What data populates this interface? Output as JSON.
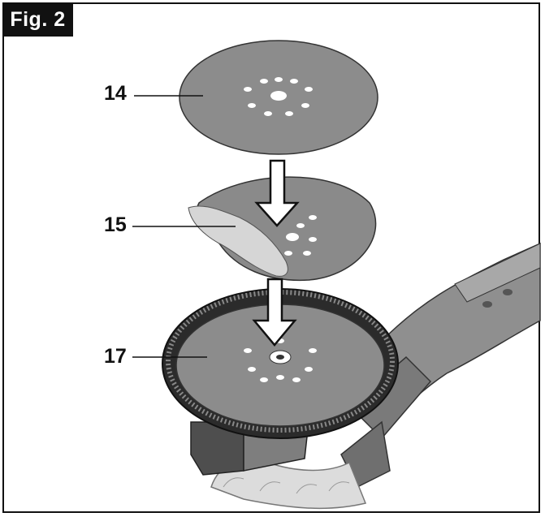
{
  "figure": {
    "label": "Fig. 2",
    "callouts": [
      {
        "id": "sanding-sheet",
        "text": "14"
      },
      {
        "id": "hook-loop-pad",
        "text": "15"
      },
      {
        "id": "sanding-plate",
        "text": "17"
      }
    ]
  },
  "colors": {
    "frame": "#111111",
    "part_fill": "#8c8c8c",
    "part_dark": "#5a5a5a",
    "arrow_fill": "#ffffff",
    "hose": "#d9d9d9"
  },
  "icons": [
    "down-arrow-icon"
  ]
}
